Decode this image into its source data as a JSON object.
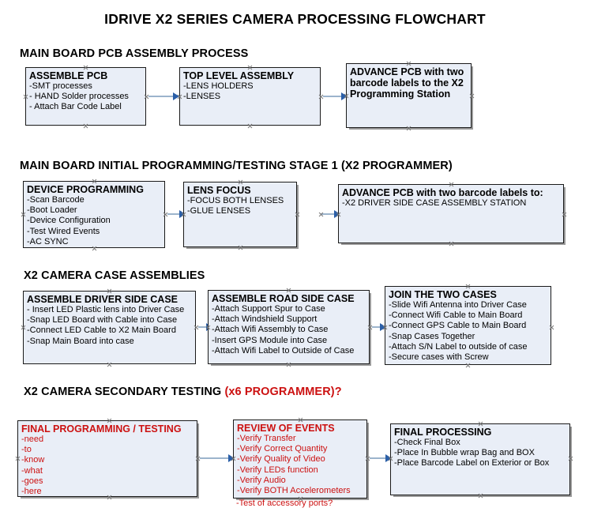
{
  "document": {
    "title": "IDRIVE X2  SERIES CAMERA PROCESSING FLOWCHART"
  },
  "colors": {
    "box_fill": "#e9eef7",
    "box_border": "#1a1a1a",
    "connector": "#9cb4cc",
    "arrowhead": "#2b5fa8",
    "accent_red": "#cc1111",
    "text": "#000000"
  },
  "sections": [
    {
      "id": "main-board-pcb-assembly",
      "heading": "MAIN BOARD PCB ASSEMBLY PROCESS",
      "heading_accent": "",
      "boxes": [
        {
          "id": "assemble-pcb",
          "title": "ASSEMBLE PCB",
          "lines": [
            "-SMT processes",
            "- HAND Solder processes",
            "- Attach Bar Code Label"
          ]
        },
        {
          "id": "top-level-assembly",
          "title": "TOP LEVEL ASSEMBLY",
          "lines": [
            "-LENS HOLDERS",
            "-LENSES"
          ]
        },
        {
          "id": "advance-pcb-to-x2-programming-station",
          "title": "ADVANCE PCB with two barcode labels to the  X2 Programming Station",
          "lines": []
        }
      ]
    },
    {
      "id": "main-board-initial-programming",
      "heading": "MAIN BOARD INITIAL PROGRAMMING/TESTING STAGE 1 (X2 PROGRAMMER)",
      "heading_accent": "",
      "boxes": [
        {
          "id": "device-programming",
          "title": "DEVICE PROGRAMMING",
          "lines": [
            "-Scan Barcode",
            "-Boot Loader",
            "-Device Configuration",
            "-Test Wired Events",
            "-AC SYNC"
          ]
        },
        {
          "id": "lens-focus",
          "title": "LENS FOCUS",
          "lines": [
            "-FOCUS BOTH LENSES",
            "-GLUE LENSES"
          ]
        },
        {
          "id": "advance-pcb-to-driver-side-case",
          "title": "ADVANCE PCB with two barcode labels to:",
          "lines": [
            "-X2 DRIVER  SIDE  CASE  ASSEMBLY STATION"
          ]
        }
      ]
    },
    {
      "id": "x2-camera-case-assemblies",
      "heading": "X2 CAMERA CASE ASSEMBLIES",
      "heading_accent": "",
      "boxes": [
        {
          "id": "assemble-driver-side-case",
          "title": "ASSEMBLE DRIVER SIDE CASE",
          "lines": [
            "- Insert LED Plastic lens into Driver Case",
            "-Snap LED Board with Cable into Case",
            "-Connect LED Cable to X2 Main Board",
            "-Snap Main Board into case"
          ]
        },
        {
          "id": "assemble-road-side-case",
          "title": "ASSEMBLE ROAD SIDE CASE",
          "lines": [
            "-Attach Support Spur to Case",
            "-Attach Windshield Support",
            "-Attach Wifi Assembly to Case",
            "-Insert GPS Module into Case",
            "-Attach Wifi Label to Outside of Case"
          ]
        },
        {
          "id": "join-the-two-cases",
          "title": "JOIN THE TWO CASES",
          "lines": [
            "-Slide Wifi Antenna into Driver Case",
            "-Connect Wifi Cable to Main Board",
            "-Connect GPS Cable to Main Board",
            "-Snap Cases Together",
            "-Attach S/N Label to outside of case",
            "-Secure cases with Screw"
          ]
        }
      ]
    },
    {
      "id": "x2-camera-secondary-testing",
      "heading": "X2 CAMERA SECONDARY TESTING ",
      "heading_accent": "(x6 PROGRAMMER)?",
      "boxes": [
        {
          "id": "final-programming-testing",
          "title": "FINAL PROGRAMMING / TESTING",
          "lines": [
            "-need",
            "-to",
            "-know",
            "-what",
            "-goes",
            "-here"
          ]
        },
        {
          "id": "review-of-events",
          "title": "REVIEW OF EVENTS",
          "lines": [
            "-Verify Transfer",
            "-Verify Correct Quantity",
            "-Verify Quality of Video",
            "-Verify LEDs function",
            "-Verify Audio",
            "-Verify BOTH Accelerometers"
          ],
          "overflow_line": "-Test of accessory ports?"
        },
        {
          "id": "final-processing",
          "title": "FINAL PROCESSING",
          "lines": [
            " -Check Final Box",
            "-Place In Bubble wrap Bag and BOX",
            "-Place Barcode Label on Exterior or Box"
          ]
        }
      ]
    }
  ]
}
